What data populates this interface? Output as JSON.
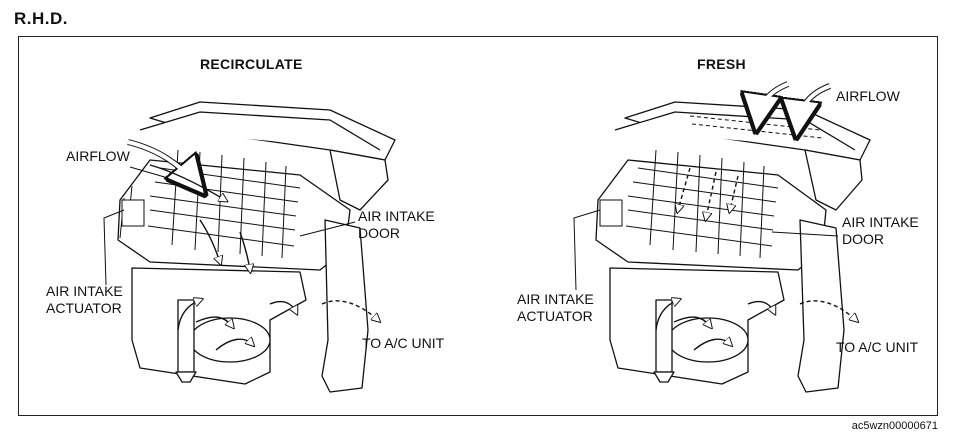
{
  "page_heading": "R.H.D.",
  "panels": [
    {
      "title": "RECIRCULATE",
      "labels": {
        "airflow": "AIRFLOW",
        "door_line1": "AIR INTAKE",
        "door_line2": "DOOR",
        "actuator_line1": "AIR INTAKE",
        "actuator_line2": "ACTUATOR",
        "outlet": "TO A/C UNIT"
      }
    },
    {
      "title": "FRESH",
      "labels": {
        "airflow": "AIRFLOW",
        "door_line1": "AIR INTAKE",
        "door_line2": "DOOR",
        "actuator_line1": "AIR INTAKE",
        "actuator_line2": "ACTUATOR",
        "outlet": "TO A/C UNIT"
      }
    }
  ],
  "figure_code": "ac5wzn00000671"
}
